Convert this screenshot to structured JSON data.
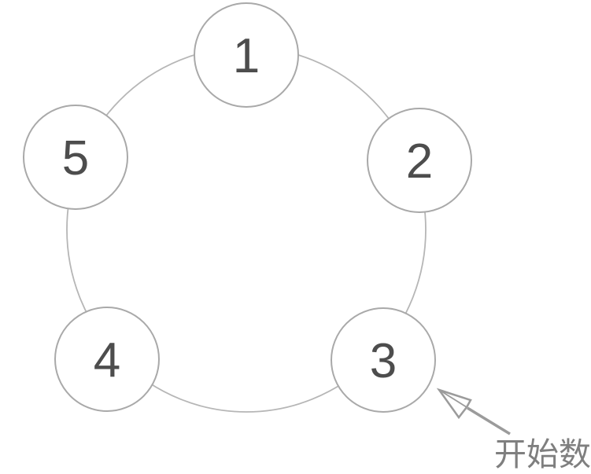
{
  "figure": {
    "nodes": [
      {
        "label": "1"
      },
      {
        "label": "2"
      },
      {
        "label": "3"
      },
      {
        "label": "4"
      },
      {
        "label": "5"
      }
    ],
    "annotation": {
      "label": "开始数"
    },
    "colors": {
      "ring": "#b6b6b6",
      "node_stroke": "#a9a9a9",
      "number": "#4d4d4d",
      "arrow": "#9b9b9b",
      "label": "#7f7f7f"
    }
  }
}
